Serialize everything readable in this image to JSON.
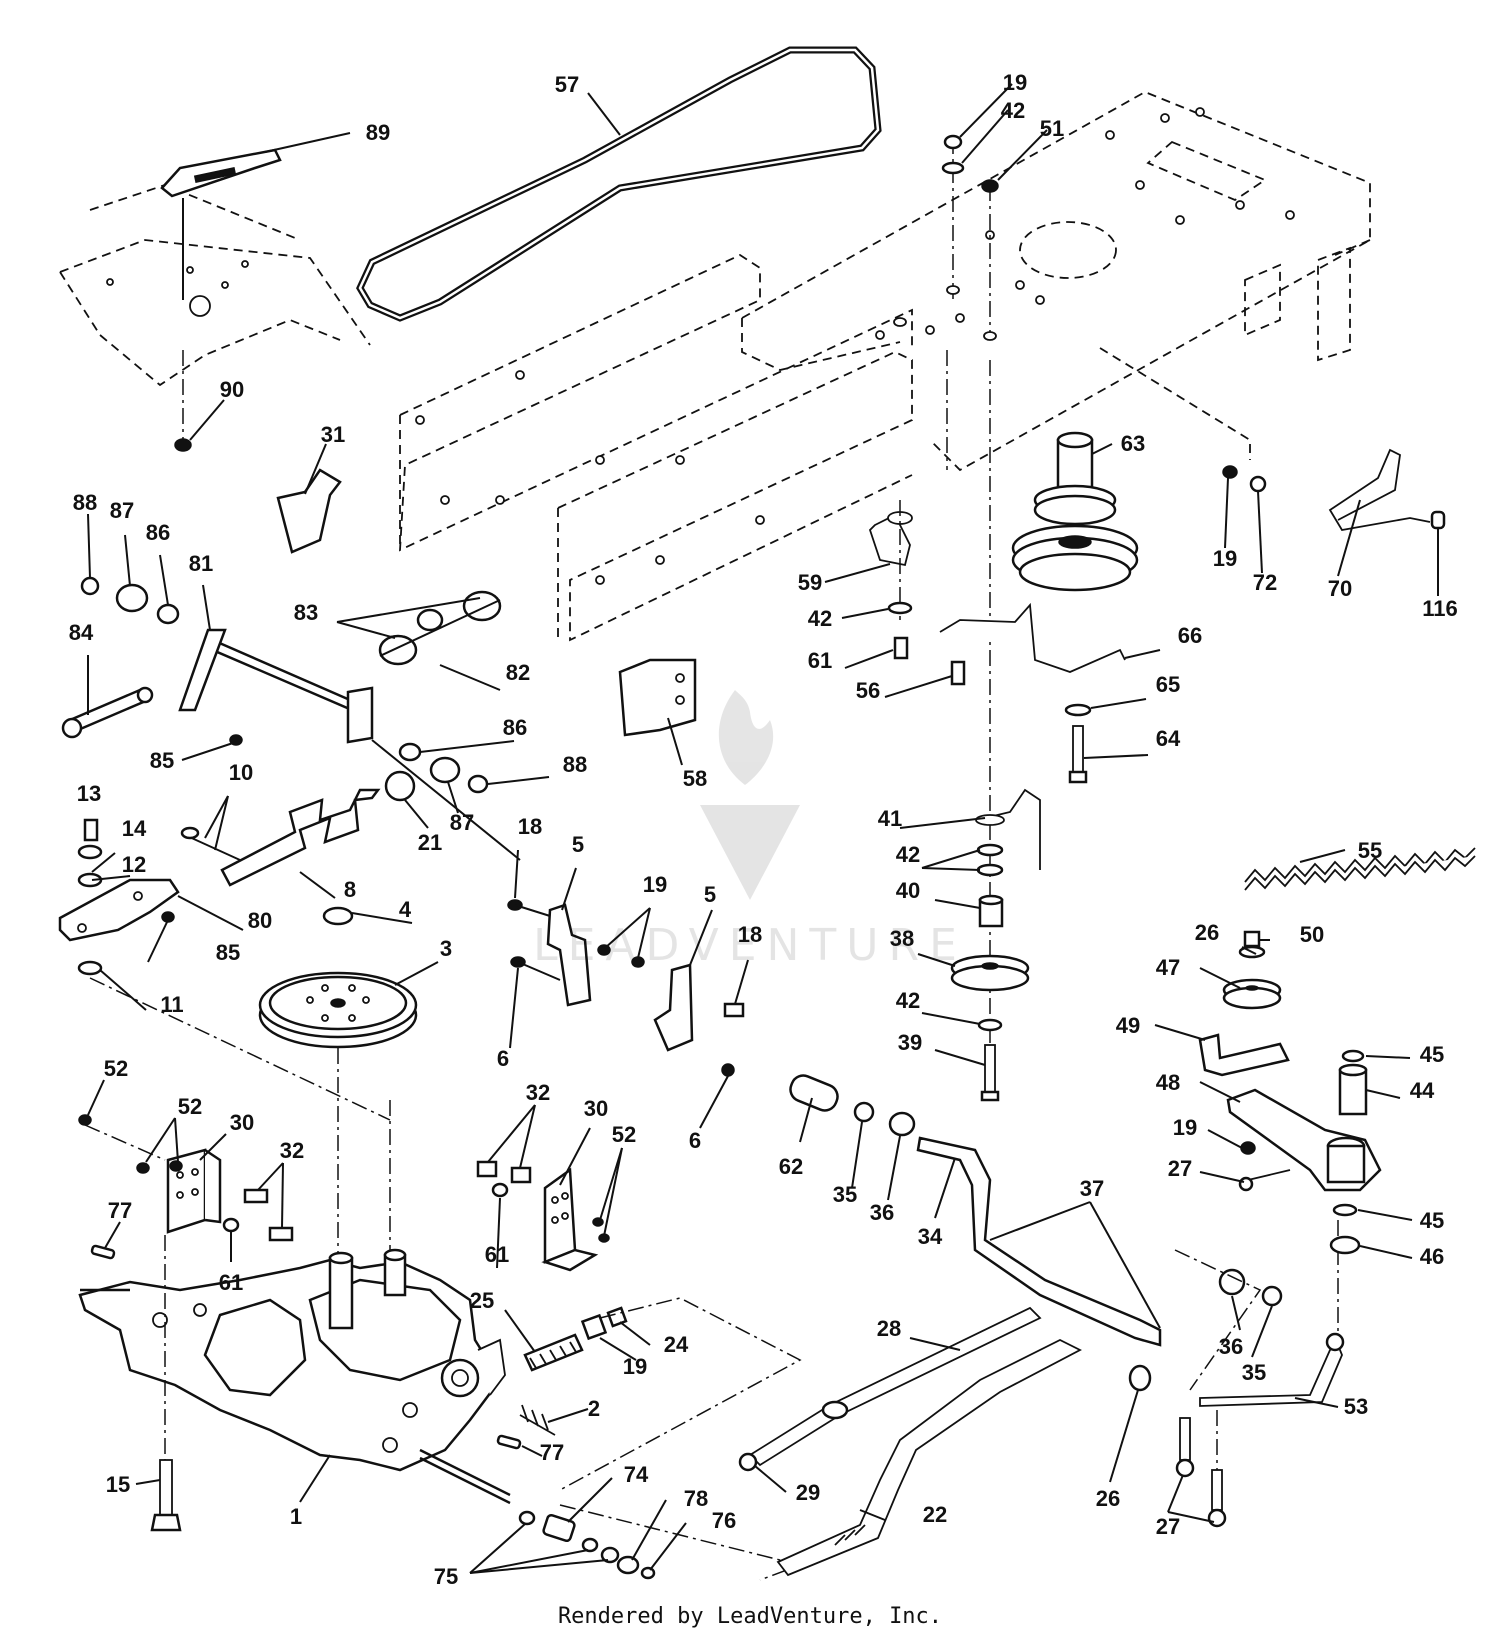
{
  "footer": {
    "credit": "Rendered by LeadVenture, Inc."
  },
  "watermark": {
    "text": "LEADVENTURE"
  },
  "callouts": [
    "57",
    "89",
    "19",
    "42",
    "51",
    "90",
    "31",
    "63",
    "19",
    "72",
    "70",
    "116",
    "88",
    "87",
    "86",
    "81",
    "83",
    "82",
    "59",
    "42",
    "61",
    "56",
    "66",
    "65",
    "64",
    "84",
    "85",
    "86",
    "88",
    "58",
    "87",
    "10",
    "21",
    "13",
    "14",
    "12",
    "8",
    "80",
    "85",
    "11",
    "41",
    "42",
    "40",
    "38",
    "42",
    "39",
    "55",
    "18",
    "5",
    "19",
    "5",
    "18",
    "6",
    "6",
    "4",
    "3",
    "26",
    "50",
    "47",
    "49",
    "45",
    "44",
    "48",
    "19",
    "27",
    "45",
    "46",
    "52",
    "52",
    "30",
    "32",
    "77",
    "61",
    "32",
    "30",
    "52",
    "61",
    "62",
    "35",
    "36",
    "34",
    "37",
    "25",
    "24",
    "19",
    "2",
    "28",
    "36",
    "35",
    "53",
    "26",
    "27",
    "29",
    "22",
    "15",
    "1",
    "77",
    "74",
    "78",
    "76",
    "75"
  ]
}
